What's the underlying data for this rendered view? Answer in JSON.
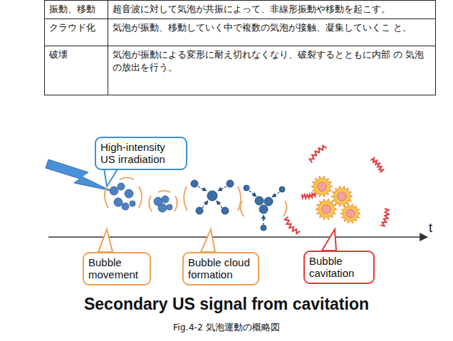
{
  "diagram": {
    "title": "Secondary US signal from cavitation",
    "caption": "Fig.4-2 気泡運動の概略図",
    "nodes": [
      {
        "text": [
          "High-intensity US irradiation"
        ]
      },
      {
        "text": [
          "Bubble movement"
        ]
      },
      {
        "text": [
          "Bubble cloud formation"
        ]
      },
      {
        "text": [
          "Bubble cavitation"
        ]
      }
    ],
    "labels": [
      "振動、移動",
      "超音波に対して気泡が共振によって、非線形振動や移動を起こす。",
      "クラウド化",
      "気泡が振動、移動していく中で複数の気泡が接触、凝集していくこ と。",
      "破壊",
      "気泡が振動による変形に耐え切れなくなり、破裂するとともに内部 の 気泡の放出を行う。",
      "t"
    ]
  }
}
